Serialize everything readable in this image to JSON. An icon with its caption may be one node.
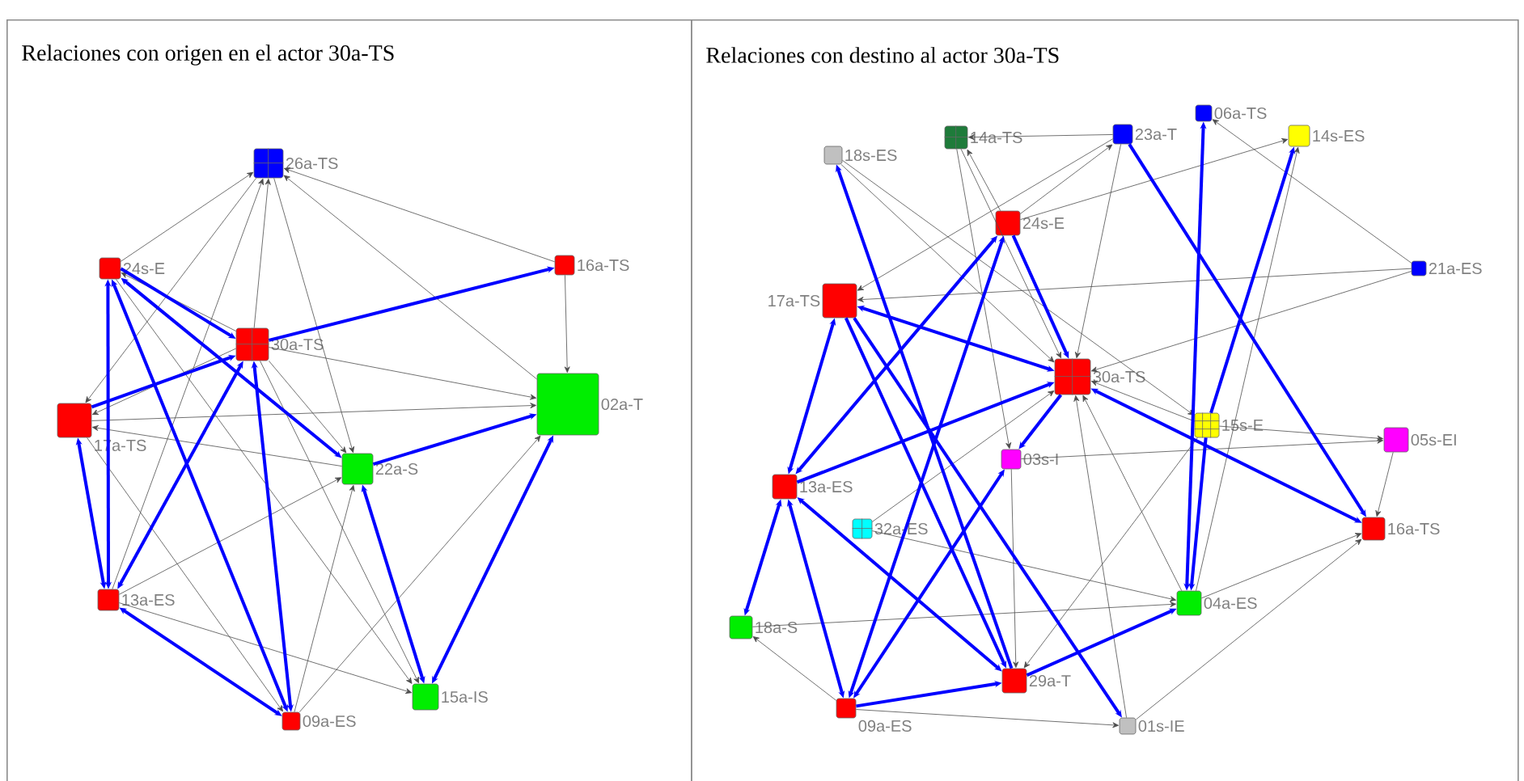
{
  "diagram": {
    "nodes": [
      {
        "text": [
          "Relaciones con origen en el actor 30a-TS"
        ]
      },
      {
        "text": [
          "26a-TS"
        ],
        "in": 0
      },
      {
        "text": [
          "24s-E"
        ],
        "in": 0
      },
      {
        "text": [
          "16a-TS"
        ],
        "in": 0
      },
      {
        "text": [
          "30a-TS"
        ],
        "in": 0
      },
      {
        "text": [
          "17a-TS"
        ],
        "in": 0
      },
      {
        "text": [
          "02a-T"
        ],
        "in": 0
      },
      {
        "text": [
          "22a-S"
        ],
        "in": 0
      },
      {
        "text": [
          "13a-ES"
        ],
        "in": 0
      },
      {
        "text": [
          "09a-ES"
        ],
        "in": 0
      },
      {
        "text": [
          "15a-IS"
        ],
        "in": 0
      },
      {
        "text": [
          "Relaciones con destino al actor 30a-TS"
        ]
      },
      {
        "text": [
          "18s-ES"
        ],
        "in": 11
      },
      {
        "text": [
          "14a-TS"
        ],
        "in": 11
      },
      {
        "text": [
          "23a-T"
        ],
        "in": 11
      },
      {
        "text": [
          "06a-TS"
        ],
        "in": 11
      },
      {
        "text": [
          "14s-ES"
        ],
        "in": 11
      },
      {
        "text": [
          "24s-E"
        ],
        "in": 11
      },
      {
        "text": [
          "21a-ES"
        ],
        "in": 11
      },
      {
        "text": [
          "17a-TS"
        ],
        "in": 11
      },
      {
        "text": [
          "30a-TS"
        ],
        "in": 11
      },
      {
        "text": [
          "15s-E"
        ],
        "in": 11
      },
      {
        "text": [
          "05s-EI"
        ],
        "in": 11
      },
      {
        "text": [
          "03s-I"
        ],
        "in": 11
      },
      {
        "text": [
          "13a-ES"
        ],
        "in": 11
      },
      {
        "text": [
          "32a-ES"
        ],
        "in": 11
      },
      {
        "text": [
          "16a-TS"
        ],
        "in": 11
      },
      {
        "text": [
          "04a-ES"
        ],
        "in": 11
      },
      {
        "text": [
          "18a-S"
        ],
        "in": 11
      },
      {
        "text": [
          "29a-T"
        ],
        "in": 11
      },
      {
        "text": [
          "09a-ES"
        ],
        "in": 11
      },
      {
        "text": [
          "01s-IE"
        ],
        "in": 11
      }
    ],
    "edges": [
      {
        "from": 2,
        "to": 1,
        "arrow": "to"
      },
      {
        "from": 4,
        "to": 1,
        "arrow": "to"
      },
      {
        "from": 3,
        "to": 1,
        "arrow": "to"
      },
      {
        "from": 6,
        "to": 1,
        "arrow": "to"
      },
      {
        "from": 8,
        "to": 1,
        "arrow": "to"
      },
      {
        "from": 3,
        "to": 6,
        "arrow": "to"
      },
      {
        "from": 4,
        "to": 6,
        "arrow": "to"
      },
      {
        "from": 5,
        "to": 6,
        "arrow": "to"
      },
      {
        "from": 4,
        "to": 7,
        "arrow": "to"
      },
      {
        "from": 1,
        "to": 7,
        "arrow": "to"
      },
      {
        "from": 7,
        "to": 5,
        "arrow": "to"
      },
      {
        "from": 4,
        "to": 2,
        "arrow": "to"
      },
      {
        "from": 4,
        "to": 5,
        "arrow": "to"
      },
      {
        "from": 8,
        "to": 7,
        "arrow": "to"
      },
      {
        "from": 8,
        "to": 10,
        "arrow": "to"
      },
      {
        "from": 9,
        "to": 7,
        "arrow": "to"
      },
      {
        "from": 9,
        "to": 6,
        "arrow": "to"
      },
      {
        "from": 2,
        "to": 10,
        "arrow": "to"
      },
      {
        "from": 4,
        "to": 10,
        "arrow": "to"
      },
      {
        "from": 5,
        "to": 9,
        "arrow": "to"
      },
      {
        "from": 1,
        "to": 5,
        "arrow": "to"
      },
      {
        "from": 4,
        "to": 3,
        "arrow": "to",
        "style": "thick",
        "color": "#0000ff"
      },
      {
        "from": 5,
        "to": 4,
        "arrow": "to",
        "style": "thick",
        "color": "#0000ff"
      },
      {
        "from": 2,
        "to": 7,
        "arrow": "both",
        "style": "thick",
        "color": "#0000ff"
      },
      {
        "from": 2,
        "to": 8,
        "arrow": "both",
        "style": "thick",
        "color": "#0000ff"
      },
      {
        "from": 2,
        "to": 9,
        "arrow": "both",
        "style": "thick",
        "color": "#0000ff"
      },
      {
        "from": 4,
        "to": 8,
        "arrow": "both",
        "style": "thick",
        "color": "#0000ff"
      },
      {
        "from": 4,
        "to": 9,
        "arrow": "both",
        "style": "thick",
        "color": "#0000ff"
      },
      {
        "from": 5,
        "to": 8,
        "arrow": "both",
        "style": "thick",
        "color": "#0000ff"
      },
      {
        "from": 8,
        "to": 9,
        "arrow": "both",
        "style": "thick",
        "color": "#0000ff"
      },
      {
        "from": 7,
        "to": 10,
        "arrow": "both",
        "style": "thick",
        "color": "#0000ff"
      },
      {
        "from": 6,
        "to": 10,
        "arrow": "both",
        "style": "thick",
        "color": "#0000ff"
      },
      {
        "from": 7,
        "to": 6,
        "arrow": "to",
        "style": "thick",
        "color": "#0000ff"
      },
      {
        "from": 2,
        "to": 4,
        "arrow": "to",
        "style": "thick",
        "color": "#0000ff"
      },
      {
        "from": 14,
        "to": 13,
        "arrow": "to"
      },
      {
        "from": 17,
        "to": 16,
        "arrow": "to"
      },
      {
        "from": 17,
        "to": 13,
        "arrow": "to"
      },
      {
        "from": 18,
        "to": 15,
        "arrow": "to"
      },
      {
        "from": 18,
        "to": 19,
        "arrow": "to"
      },
      {
        "from": 21,
        "to": 22,
        "arrow": "to"
      },
      {
        "from": 22,
        "to": 26,
        "arrow": "to"
      },
      {
        "from": 23,
        "to": 22,
        "arrow": "to"
      },
      {
        "from": 27,
        "to": 26,
        "arrow": "to"
      },
      {
        "from": 31,
        "to": 26,
        "arrow": "to"
      },
      {
        "from": 30,
        "to": 31,
        "arrow": "to"
      },
      {
        "from": 30,
        "to": 28,
        "arrow": "to"
      },
      {
        "from": 28,
        "to": 27,
        "arrow": "to"
      },
      {
        "from": 25,
        "to": 27,
        "arrow": "to"
      },
      {
        "from": 23,
        "to": 29,
        "arrow": "to"
      },
      {
        "from": 21,
        "to": 29,
        "arrow": "to"
      },
      {
        "from": 27,
        "to": 16,
        "arrow": "to"
      },
      {
        "from": 12,
        "to": 20,
        "arrow": "to"
      },
      {
        "from": 13,
        "to": 20,
        "arrow": "to"
      },
      {
        "from": 14,
        "to": 20,
        "arrow": "to"
      },
      {
        "from": 18,
        "to": 20,
        "arrow": "to"
      },
      {
        "from": 31,
        "to": 20,
        "arrow": "to"
      },
      {
        "from": 27,
        "to": 20,
        "arrow": "to"
      },
      {
        "from": 25,
        "to": 20,
        "arrow": "to"
      },
      {
        "from": 21,
        "to": 20,
        "arrow": "to"
      },
      {
        "from": 14,
        "to": 19,
        "arrow": "to"
      },
      {
        "from": 12,
        "to": 21,
        "arrow": "to"
      },
      {
        "from": 13,
        "to": 23,
        "arrow": "to"
      },
      {
        "from": 17,
        "to": 14,
        "arrow": "to"
      },
      {
        "from": 29,
        "to": 12,
        "arrow": "to",
        "style": "thick",
        "color": "#0000ff"
      },
      {
        "from": 17,
        "to": 24,
        "arrow": "both",
        "style": "thick",
        "color": "#0000ff"
      },
      {
        "from": 17,
        "to": 30,
        "arrow": "both",
        "style": "thick",
        "color": "#0000ff"
      },
      {
        "from": 17,
        "to": 20,
        "arrow": "to",
        "style": "thick",
        "color": "#0000ff"
      },
      {
        "from": 14,
        "to": 26,
        "arrow": "to",
        "style": "thick",
        "color": "#0000ff"
      },
      {
        "from": 15,
        "to": 27,
        "arrow": "both",
        "style": "thick",
        "color": "#0000ff"
      },
      {
        "from": 21,
        "to": 16,
        "arrow": "to",
        "style": "thick",
        "color": "#0000ff"
      },
      {
        "from": 19,
        "to": 20,
        "arrow": "both",
        "style": "thick",
        "color": "#0000ff"
      },
      {
        "from": 19,
        "to": 24,
        "arrow": "both",
        "style": "thick",
        "color": "#0000ff"
      },
      {
        "from": 19,
        "to": 29,
        "arrow": "to",
        "style": "thick",
        "color": "#0000ff"
      },
      {
        "from": 19,
        "to": 31,
        "arrow": "to",
        "style": "thick",
        "color": "#0000ff"
      },
      {
        "from": 24,
        "to": 20,
        "arrow": "to",
        "style": "thick",
        "color": "#0000ff"
      },
      {
        "from": 24,
        "to": 28,
        "arrow": "both",
        "style": "thick",
        "color": "#0000ff"
      },
      {
        "from": 24,
        "to": 30,
        "arrow": "both",
        "style": "thick",
        "color": "#0000ff"
      },
      {
        "from": 24,
        "to": 29,
        "arrow": "both",
        "style": "thick",
        "color": "#0000ff"
      },
      {
        "from": 20,
        "to": 26,
        "arrow": "both",
        "style": "thick",
        "color": "#0000ff"
      },
      {
        "from": 20,
        "to": 23,
        "arrow": "to",
        "style": "thick",
        "color": "#0000ff"
      },
      {
        "from": 23,
        "to": 30,
        "arrow": "both",
        "style": "thick",
        "color": "#0000ff"
      },
      {
        "from": 21,
        "to": 27,
        "arrow": "to",
        "style": "thick",
        "color": "#0000ff"
      },
      {
        "from": 30,
        "to": 29,
        "arrow": "to",
        "style": "thick",
        "color": "#0000ff"
      },
      {
        "from": 29,
        "to": 27,
        "arrow": "to",
        "style": "thick",
        "color": "#0000ff"
      }
    ]
  }
}
